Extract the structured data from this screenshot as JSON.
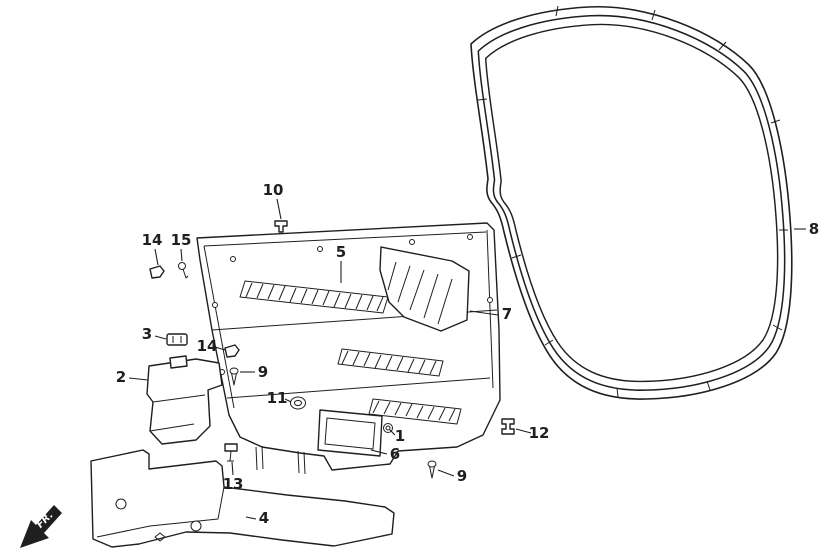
{
  "diagram": {
    "type": "exploded-parts-diagram",
    "background": "#ffffff",
    "line_color": "#1f1f1f",
    "fr_label": "FR.",
    "callouts": [
      {
        "label": "10"
      },
      {
        "label": "14"
      },
      {
        "label": "15"
      },
      {
        "label": "5"
      },
      {
        "label": "7"
      },
      {
        "label": "8"
      },
      {
        "label": "3"
      },
      {
        "label": "14"
      },
      {
        "label": "9"
      },
      {
        "label": "2"
      },
      {
        "label": "11"
      },
      {
        "label": "1"
      },
      {
        "label": "6"
      },
      {
        "label": "12"
      },
      {
        "label": "9"
      },
      {
        "label": "13"
      },
      {
        "label": "4"
      }
    ]
  }
}
